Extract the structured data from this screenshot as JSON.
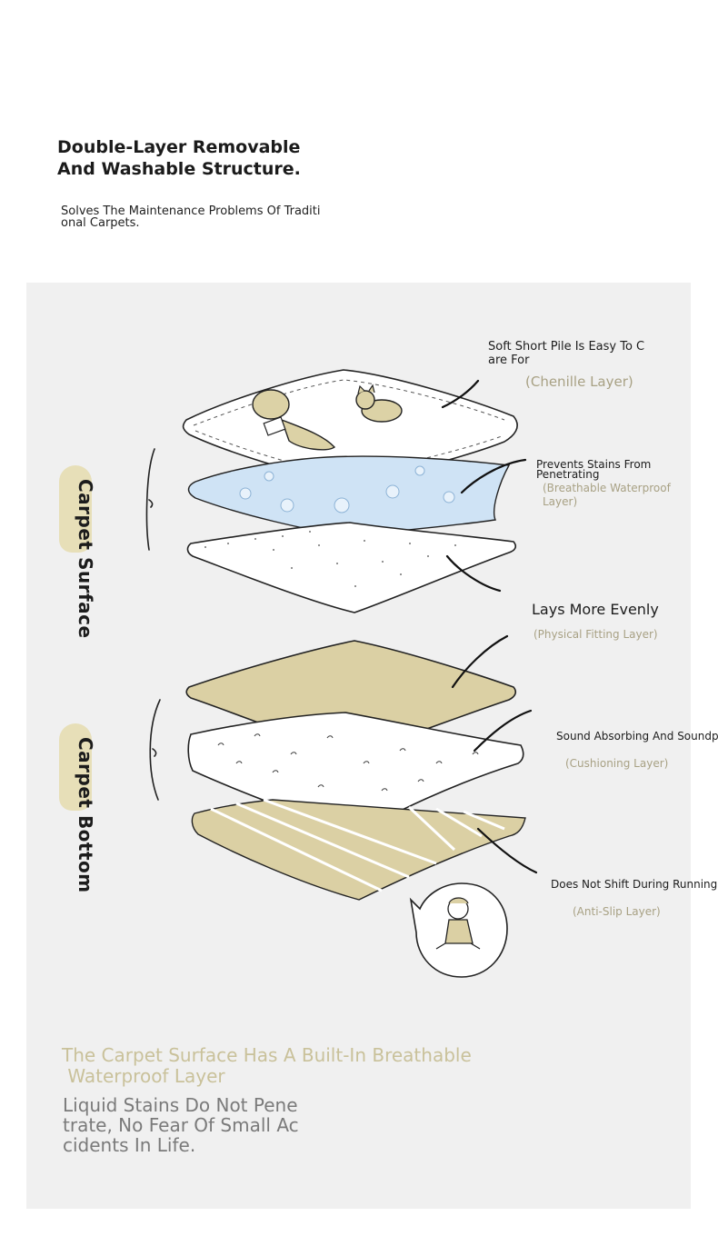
{
  "header": {
    "title_line1": "Double-Layer Removable",
    "title_line2": "And Washable Structure.",
    "subtitle_line1": "Solves The Maintenance Problems Of Traditi",
    "subtitle_line2": "onal Carpets."
  },
  "side_labels": {
    "surface": "Carpet Surface",
    "bottom": "Carpet Bottom"
  },
  "callouts": [
    {
      "title_line1": "Soft Short Pile Is Easy To C",
      "title_line2": "are For",
      "layer": "(Chenille Layer)"
    },
    {
      "title_line1": "Prevents Stains From",
      "title_line2": "Penetrating",
      "layer_line1": "(Breathable Waterproof",
      "layer_line2": "Layer)"
    },
    {
      "title_line1": "Lays More Evenly",
      "layer": "(Physical Fitting Layer)"
    },
    {
      "title_line1": "Sound Absorbing And Soundproof",
      "layer": "(Cushioning Layer)"
    },
    {
      "title_line1": "Does Not Shift During Running A",
      "layer": "(Anti-Slip Layer)"
    }
  ],
  "footer": {
    "heading_line1": "The Carpet Surface Has A Built-In Breathable",
    "heading_line2": " Waterproof Layer",
    "body_line1": "Liquid Stains Do Not Pene",
    "body_line2": "trate, No Fear Of Small Ac",
    "body_line3": "cidents In Life."
  },
  "colors": {
    "panel_bg": "#f0f0f0",
    "accent_khaki": "#d9cfa0",
    "water_blue": "#cfe3f5",
    "subtitle_khaki": "#a8a184"
  }
}
